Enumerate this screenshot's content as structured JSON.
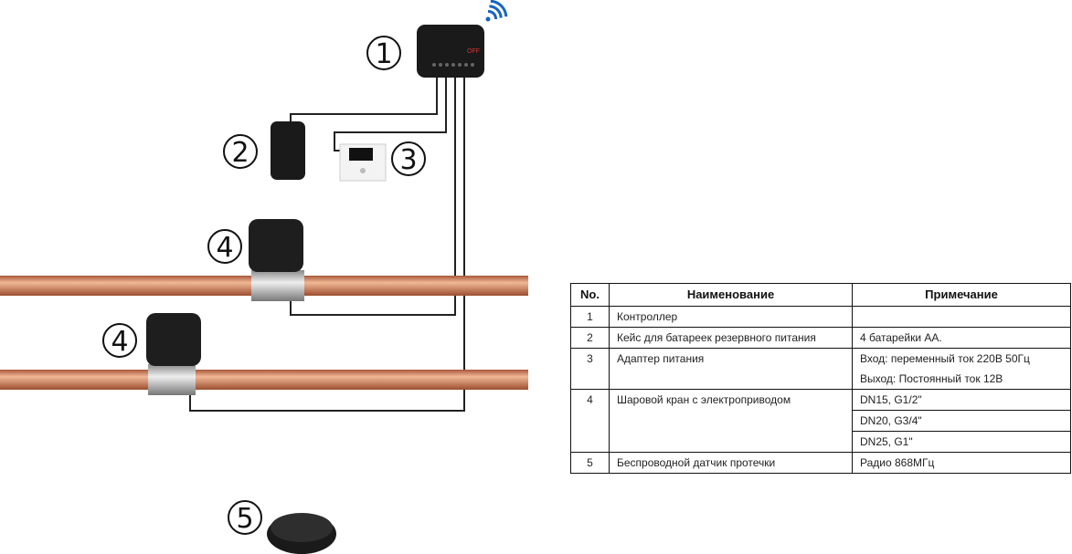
{
  "callouts": [
    "1",
    "2",
    "3",
    "4",
    "4",
    "5"
  ],
  "device_screen": {
    "status": "OFF"
  },
  "table": {
    "headers": [
      "No.",
      "Наименование",
      "Примечание"
    ],
    "rows": [
      {
        "no": "1",
        "name": "Контроллер",
        "notes": [
          ""
        ]
      },
      {
        "no": "2",
        "name": "Кейс для батареек резервного питания",
        "notes": [
          "4 батарейки АА."
        ]
      },
      {
        "no": "3",
        "name": "Адаптер питания",
        "notes": [
          "Вход: переменный ток 220В 50Гц",
          "Выход: Постоянный ток 12В"
        ]
      },
      {
        "no": "4",
        "name": "Шаровой кран с электроприводом",
        "notes": [
          "DN15, G1/2\"",
          "DN20, G3/4\"",
          "DN25, G1\""
        ]
      },
      {
        "no": "5",
        "name": "Беспроводной датчик протечки",
        "notes": [
          "Радио 868МГц"
        ]
      }
    ]
  },
  "colors": {
    "pipe": "#c97a52",
    "device": "#1a1a1a"
  }
}
